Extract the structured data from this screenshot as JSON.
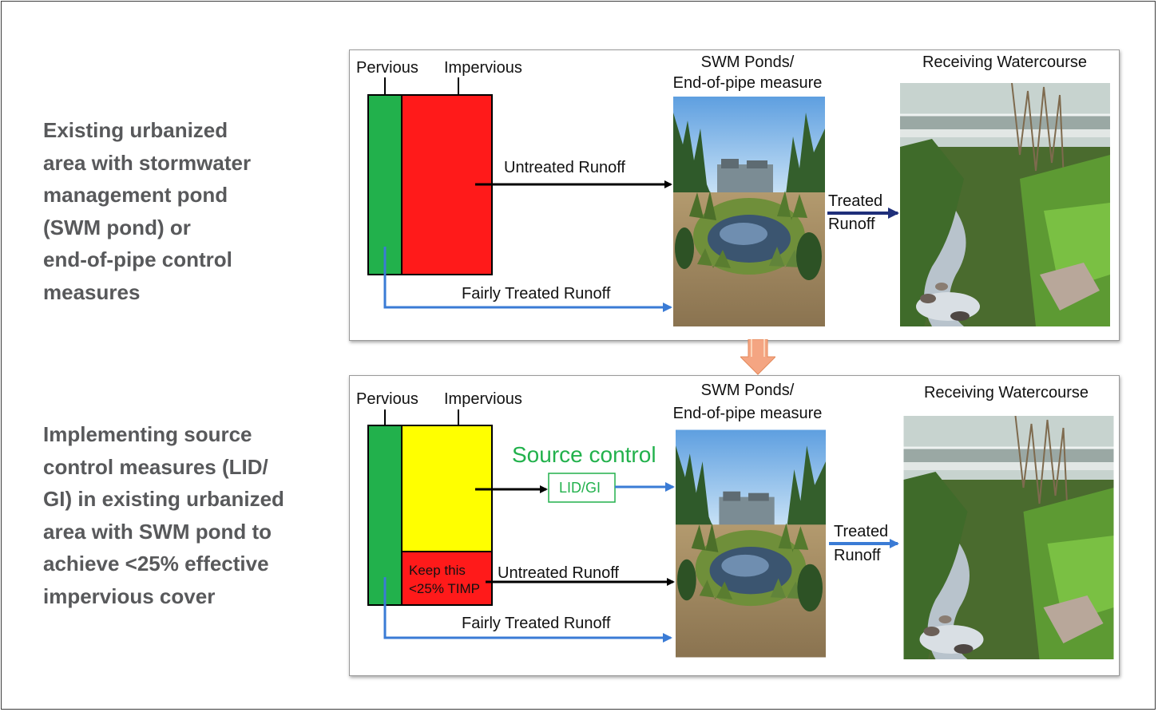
{
  "captions": {
    "top": "Existing urbanized\narea with stormwater\nmanagement pond\n(SWM pond) or\nend-of-pipe control\nmeasures",
    "bottom": "Implementing source\ncontrol measures (LID/\nGI) in existing urbanized\narea with SWM pond to\nachieve <25% effective\nimpervious cover"
  },
  "panel_top": {
    "pervious": "Pervious",
    "impervious": "Impervious",
    "untreated_runoff": "Untreated Runoff",
    "fairly_treated_runoff": "Fairly Treated Runoff",
    "ponds_title_1": "SWM Ponds/",
    "ponds_title_2": "End-of-pipe measure",
    "treated_1": "Treated",
    "treated_2": "Runoff",
    "watercourse_title": "Receiving Watercourse"
  },
  "panel_bottom": {
    "pervious": "Pervious",
    "impervious": "Impervious",
    "source_control": "Source control",
    "lid_gi": "LID/GI",
    "keep_1": "Keep this",
    "keep_2": "<25% TIMP",
    "untreated_runoff": "Untreated Runoff",
    "fairly_treated_runoff": "Fairly Treated Runoff",
    "ponds_title_1": "SWM Ponds/",
    "ponds_title_2": "End-of-pipe measure",
    "treated_1": "Treated",
    "treated_2": "Runoff",
    "watercourse_title": "Receiving Watercourse"
  },
  "colors": {
    "caption_text": "#58595b",
    "pervious_green": "#22b14c",
    "impervious_red": "#ff1a1a",
    "impervious_yellow": "#ffff00",
    "arrow_black": "#000000",
    "arrow_blue": "#3a7bd5",
    "arrow_navy": "#1f2f7a",
    "source_control_green": "#22b14c",
    "down_arrow_orange": "#f4a582"
  },
  "icons": {
    "transition": "down-arrow-icon",
    "pond_photo": "pond-photo",
    "stream_photo": "stream-photo"
  }
}
